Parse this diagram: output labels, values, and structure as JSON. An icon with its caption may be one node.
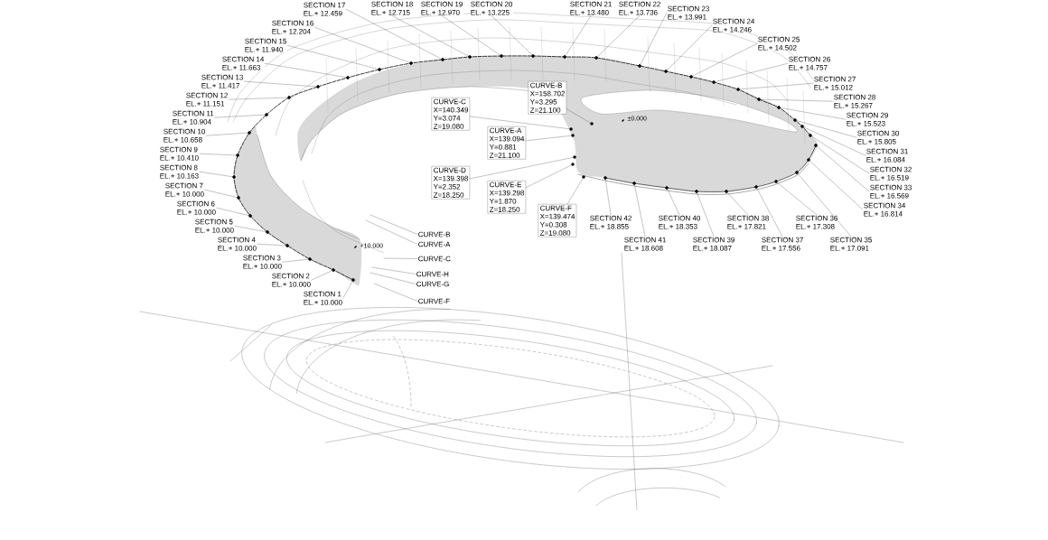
{
  "diagram": {
    "nodes": [
      {
        "text": [
          "SECTION 1",
          "EL.+ 10.000"
        ]
      },
      {
        "text": [
          "SECTION 2",
          "EL.+ 10.000"
        ]
      },
      {
        "text": [
          "SECTION 3",
          "EL.+ 10.000"
        ]
      },
      {
        "text": [
          "SECTION 4",
          "EL.+ 10.000"
        ]
      },
      {
        "text": [
          "SECTION 5",
          "EL.+ 10.000"
        ]
      },
      {
        "text": [
          "SECTION 6",
          "EL.+ 10.000"
        ]
      },
      {
        "text": [
          "SECTION 7",
          "EL.+ 10.000"
        ]
      },
      {
        "text": [
          "SECTION 8",
          "EL.+ 10.163"
        ]
      },
      {
        "text": [
          "SECTION 9",
          "EL.+ 10.410"
        ]
      },
      {
        "text": [
          "SECTION 10",
          "EL.+ 10.658"
        ]
      },
      {
        "text": [
          "SECTION 11",
          "EL.+ 10.904"
        ]
      },
      {
        "text": [
          "SECTION 12",
          "EL.+ 11.151"
        ]
      },
      {
        "text": [
          "SECTION 13",
          "EL.+ 11.417"
        ]
      },
      {
        "text": [
          "SECTION 14",
          "EL.+ 11.663"
        ]
      },
      {
        "text": [
          "SECTION 15",
          "EL.+ 11.940"
        ]
      },
      {
        "text": [
          "SECTION 16",
          "EL.+ 12.204"
        ]
      },
      {
        "text": [
          "SECTION 17",
          "EL.+ 12.459"
        ]
      },
      {
        "text": [
          "SECTION 18",
          "EL.+ 12.715"
        ]
      },
      {
        "text": [
          "SECTION 19",
          "EL.+ 12.970"
        ]
      },
      {
        "text": [
          "SECTION 20",
          "EL.+ 13.225"
        ]
      },
      {
        "text": [
          "SECTION 21",
          "EL.+ 13.480"
        ]
      },
      {
        "text": [
          "SECTION 22",
          "EL.+ 13.736"
        ]
      },
      {
        "text": [
          "SECTION 23",
          "EL.+ 13.991"
        ]
      },
      {
        "text": [
          "SECTION 24",
          "EL.+ 14.246"
        ]
      },
      {
        "text": [
          "SECTION 25",
          "EL.+ 14.502"
        ]
      },
      {
        "text": [
          "SECTION 26",
          "EL.+ 14.757"
        ]
      },
      {
        "text": [
          "SECTION 27",
          "EL.+ 15.012"
        ]
      },
      {
        "text": [
          "SECTION 28",
          "EL.+ 15.267"
        ]
      },
      {
        "text": [
          "SECTION 29",
          "EL.+ 15.523"
        ]
      },
      {
        "text": [
          "SECTION 30",
          "EL.+ 15.805"
        ]
      },
      {
        "text": [
          "SECTION 31",
          "EL.+ 16.084"
        ]
      },
      {
        "text": [
          "SECTION 32",
          "EL.+ 16.519"
        ]
      },
      {
        "text": [
          "SECTION 33",
          "EL.+ 16.569"
        ]
      },
      {
        "text": [
          "SECTION 34",
          "EL.+ 16.814"
        ]
      },
      {
        "text": [
          "SECTION 35",
          "EL.+ 17.091"
        ]
      },
      {
        "text": [
          "SECTION 36",
          "EL.+ 17.308"
        ]
      },
      {
        "text": [
          "SECTION 37",
          "EL.+ 17.556"
        ]
      },
      {
        "text": [
          "SECTION 38",
          "EL.+ 17.821"
        ]
      },
      {
        "text": [
          "SECTION 39",
          "EL.+ 18.087"
        ]
      },
      {
        "text": [
          "SECTION 40",
          "EL.+ 18.353"
        ]
      },
      {
        "text": [
          "SECTION 41",
          "EL.+ 18.608"
        ]
      },
      {
        "text": [
          "SECTION 42",
          "EL.+ 18.855"
        ]
      },
      {
        "text": [
          "CURVE-B",
          "X=158.702",
          "Y=3.295",
          "Z=21.100"
        ]
      },
      {
        "text": [
          "CURVE-C",
          "X=140.349",
          "Y=3.074",
          "Z=19.080"
        ]
      },
      {
        "text": [
          "CURVE-A",
          "X=139.094",
          "Y=0.881",
          "Z=21.100"
        ]
      },
      {
        "text": [
          "CURVE-D",
          "X=139.398",
          "Y=2.352",
          "Z=18.250"
        ]
      },
      {
        "text": [
          "CURVE-E",
          "X=139.298",
          "Y=1.870",
          "Z=18.250"
        ]
      },
      {
        "text": [
          "CURVE-F",
          "X=139.474",
          "Y=0.308",
          "Z=19.080"
        ]
      },
      {
        "text": [
          "CURVE-B"
        ]
      },
      {
        "text": [
          "CURVE-A"
        ]
      },
      {
        "text": [
          "CURVE-C"
        ]
      },
      {
        "text": [
          "CURVE-H"
        ]
      },
      {
        "text": [
          "CURVE-G"
        ]
      },
      {
        "text": [
          "CURVE-F"
        ]
      },
      {
        "text": [],
        "shape": "diamond"
      },
      {
        "text": [],
        "shape": "diamond"
      },
      {
        "text": [],
        "shape": "diamond"
      },
      {
        "text": [],
        "shape": "diamond"
      },
      {
        "text": [],
        "shape": "diamond"
      },
      {
        "text": [],
        "shape": "diamond"
      },
      {
        "text": [],
        "shape": "diamond"
      },
      {
        "text": [],
        "shape": "diamond"
      },
      {
        "text": [],
        "shape": "diamond"
      },
      {
        "text": [],
        "shape": "diamond"
      },
      {
        "text": [],
        "shape": "diamond"
      },
      {
        "text": [],
        "shape": "diamond"
      },
      {
        "text": [],
        "shape": "diamond"
      },
      {
        "text": [],
        "shape": "diamond"
      },
      {
        "text": [],
        "shape": "diamond"
      },
      {
        "text": [],
        "shape": "diamond"
      },
      {
        "text": [],
        "shape": "diamond"
      },
      {
        "text": [],
        "shape": "diamond"
      },
      {
        "text": [],
        "shape": "diamond"
      },
      {
        "text": [],
        "shape": "diamond"
      },
      {
        "text": [],
        "shape": "diamond"
      },
      {
        "text": [],
        "shape": "diamond"
      },
      {
        "text": [],
        "shape": "diamond"
      },
      {
        "text": [],
        "shape": "diamond"
      },
      {
        "text": [],
        "shape": "diamond"
      },
      {
        "text": [],
        "shape": "diamond"
      },
      {
        "text": [],
        "shape": "diamond"
      },
      {
        "text": [],
        "shape": "diamond"
      },
      {
        "text": [],
        "shape": "diamond"
      },
      {
        "text": [],
        "shape": "diamond"
      },
      {
        "text": [],
        "shape": "diamond"
      },
      {
        "text": [],
        "shape": "diamond"
      },
      {
        "text": [],
        "shape": "diamond"
      },
      {
        "text": [],
        "shape": "diamond"
      },
      {
        "text": [],
        "shape": "diamond"
      },
      {
        "text": [],
        "shape": "diamond"
      },
      {
        "text": [],
        "shape": "diamond"
      },
      {
        "text": [],
        "shape": "diamond"
      },
      {
        "text": [],
        "shape": "diamond"
      },
      {
        "text": [],
        "shape": "diamond"
      },
      {
        "text": [],
        "shape": "diamond"
      },
      {
        "text": [],
        "shape": "diamond"
      },
      {
        "text": [],
        "shape": "circle"
      },
      {
        "text": [],
        "shape": "circle"
      },
      {
        "text": [],
        "shape": "circle"
      },
      {
        "text": [],
        "shape": "circle"
      },
      {
        "text": [],
        "shape": "circle"
      },
      {
        "text": [],
        "shape": "circle"
      }
    ],
    "edges": [
      {
        "from": 0,
        "to": 54,
        "arrow": "none"
      },
      {
        "from": 1,
        "to": 55,
        "arrow": "none"
      },
      {
        "from": 2,
        "to": 56,
        "arrow": "none"
      },
      {
        "from": 3,
        "to": 57,
        "arrow": "none"
      },
      {
        "from": 4,
        "to": 58,
        "arrow": "none"
      },
      {
        "from": 5,
        "to": 59,
        "arrow": "none"
      },
      {
        "from": 6,
        "to": 60,
        "arrow": "none"
      },
      {
        "from": 7,
        "to": 61,
        "arrow": "none"
      },
      {
        "from": 8,
        "to": 62,
        "arrow": "none"
      },
      {
        "from": 9,
        "to": 63,
        "arrow": "none"
      },
      {
        "from": 10,
        "to": 64,
        "arrow": "none"
      },
      {
        "from": 11,
        "to": 65,
        "arrow": "none"
      },
      {
        "from": 12,
        "to": 66,
        "arrow": "none"
      },
      {
        "from": 13,
        "to": 67,
        "arrow": "none"
      },
      {
        "from": 14,
        "to": 68,
        "arrow": "none"
      },
      {
        "from": 15,
        "to": 69,
        "arrow": "none"
      },
      {
        "from": 16,
        "to": 70,
        "arrow": "none"
      },
      {
        "from": 17,
        "to": 71,
        "arrow": "none"
      },
      {
        "from": 18,
        "to": 72,
        "arrow": "none"
      },
      {
        "from": 19,
        "to": 73,
        "arrow": "none"
      },
      {
        "from": 20,
        "to": 74,
        "arrow": "none"
      },
      {
        "from": 21,
        "to": 75,
        "arrow": "none"
      },
      {
        "from": 22,
        "to": 76,
        "arrow": "none"
      },
      {
        "from": 23,
        "to": 77,
        "arrow": "none"
      },
      {
        "from": 24,
        "to": 78,
        "arrow": "none"
      },
      {
        "from": 25,
        "to": 79,
        "arrow": "none"
      },
      {
        "from": 26,
        "to": 80,
        "arrow": "none"
      },
      {
        "from": 27,
        "to": 81,
        "arrow": "none"
      },
      {
        "from": 28,
        "to": 82,
        "arrow": "none"
      },
      {
        "from": 29,
        "to": 83,
        "arrow": "none"
      },
      {
        "from": 30,
        "to": 84,
        "arrow": "none"
      },
      {
        "from": 31,
        "to": 85,
        "arrow": "none"
      },
      {
        "from": 32,
        "to": 86,
        "arrow": "none"
      },
      {
        "from": 33,
        "to": 87,
        "arrow": "none"
      },
      {
        "from": 34,
        "to": 88,
        "arrow": "none"
      },
      {
        "from": 35,
        "to": 89,
        "arrow": "none"
      },
      {
        "from": 36,
        "to": 90,
        "arrow": "none"
      },
      {
        "from": 37,
        "to": 91,
        "arrow": "none"
      },
      {
        "from": 38,
        "to": 92,
        "arrow": "none"
      },
      {
        "from": 39,
        "to": 93,
        "arrow": "none"
      },
      {
        "from": 40,
        "to": 94,
        "arrow": "none"
      },
      {
        "from": 41,
        "to": 95,
        "arrow": "none"
      },
      {
        "from": 42,
        "to": 96,
        "arrow": "none"
      },
      {
        "from": 43,
        "to": 97,
        "arrow": "none"
      },
      {
        "from": 44,
        "to": 98,
        "arrow": "none"
      },
      {
        "from": 45,
        "to": 99,
        "arrow": "none"
      },
      {
        "from": 46,
        "to": 100,
        "arrow": "none"
      },
      {
        "from": 47,
        "to": 101,
        "arrow": "none"
      },
      {
        "from": 48,
        "to": null,
        "arrow": "none"
      },
      {
        "from": 49,
        "to": null,
        "arrow": "none"
      },
      {
        "from": 50,
        "to": null,
        "arrow": "none"
      },
      {
        "from": 51,
        "to": null,
        "arrow": "none"
      },
      {
        "from": 52,
        "to": null,
        "arrow": "none"
      },
      {
        "from": 53,
        "to": null,
        "arrow": "none"
      }
    ],
    "labels": [
      "+10.000",
      "±0.000"
    ]
  }
}
